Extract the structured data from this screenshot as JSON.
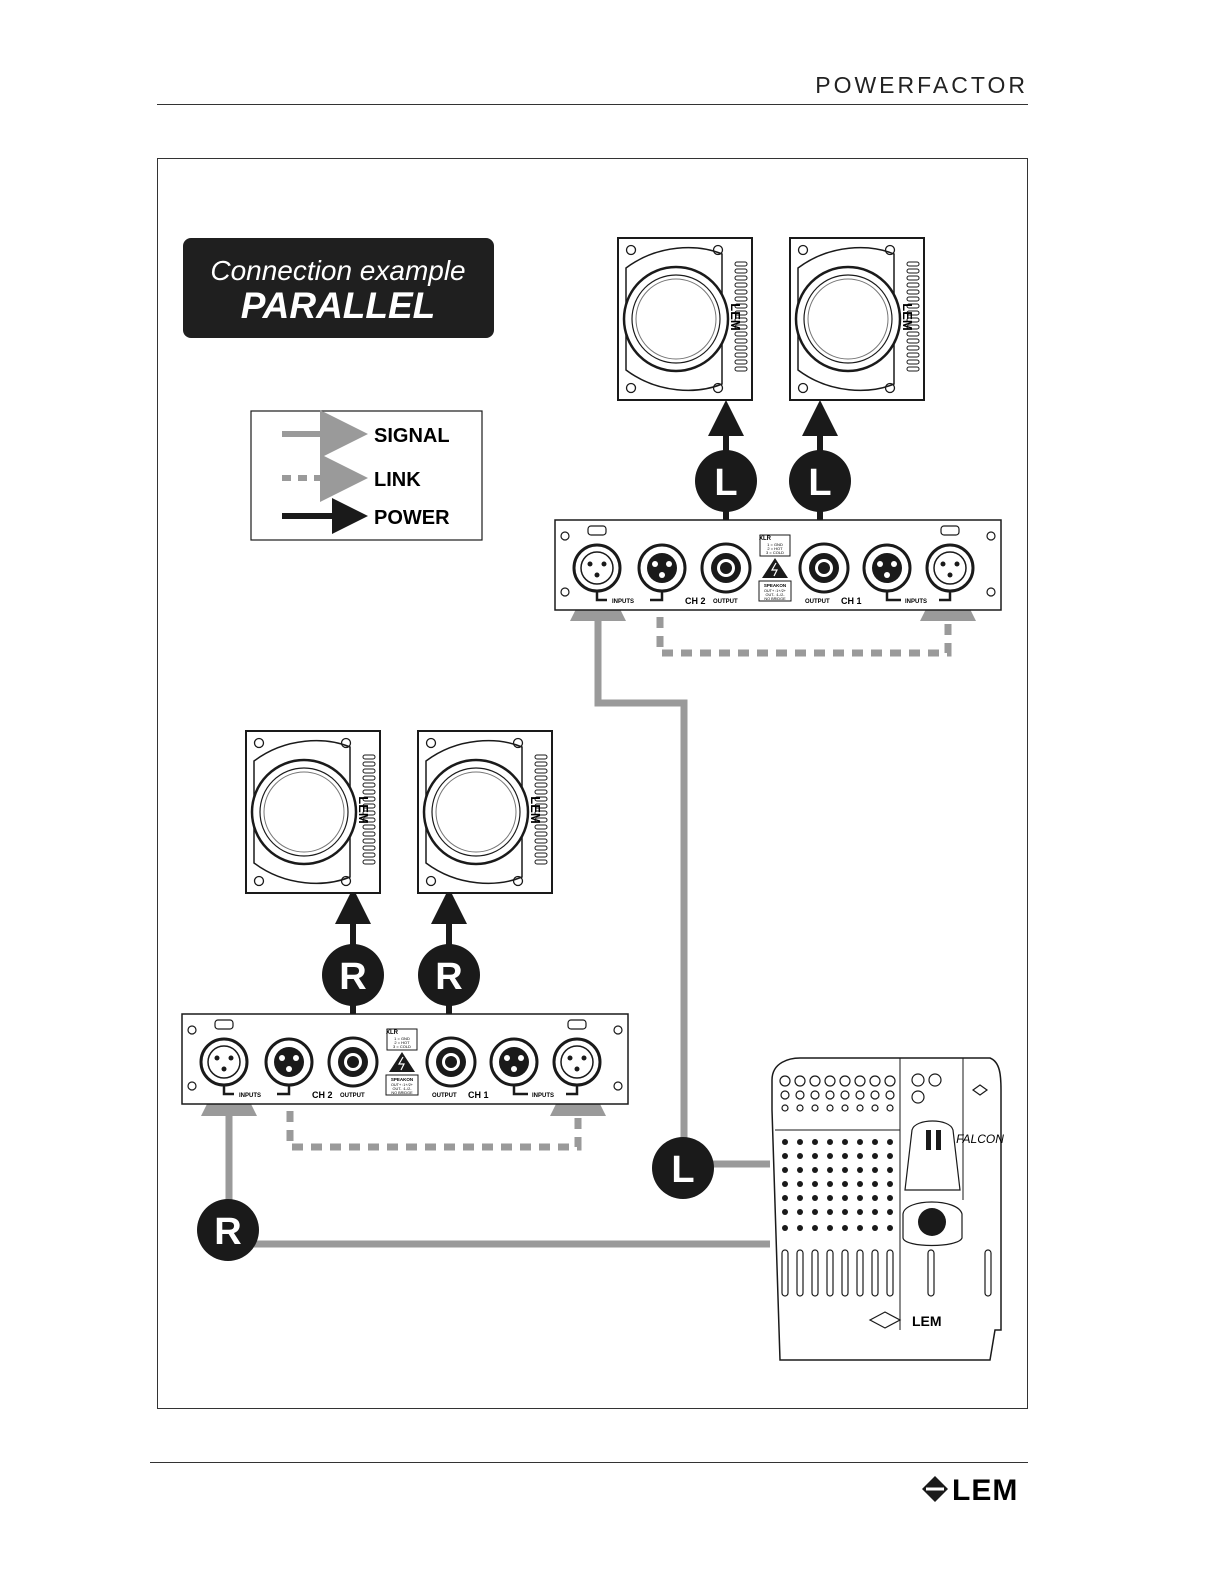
{
  "header": {
    "brand": "POWERFACTOR"
  },
  "title": {
    "line1": "Connection example",
    "line2": "PARALLEL"
  },
  "legend": {
    "signal": "SIGNAL",
    "link": "LINK",
    "power": "POWER"
  },
  "badges": {
    "left": "L",
    "right": "R"
  },
  "amp": {
    "ch2": "CH 2",
    "ch1": "CH 1",
    "inputs": "INPUTS",
    "output": "OUTPUT",
    "xlr_title": "XLR",
    "xlr_1": "1 = GND",
    "xlr_2": "2 = HOT",
    "xlr_3": "3 = COLD",
    "spk_title": "SPEAKON",
    "spk_1": "OUT+ :1+/2+",
    "spk_2": "OUT- :1-/2-",
    "spk_3": "NO BRIDGE"
  },
  "speaker": {
    "logo": "LEM"
  },
  "mixer": {
    "model": "FALCON",
    "logo": "LEM"
  },
  "footer": {
    "logo": "LEM"
  },
  "colors": {
    "signal": "#9a9a9a",
    "power": "#1a1a1a",
    "title_bg": "#1f1f1f"
  }
}
